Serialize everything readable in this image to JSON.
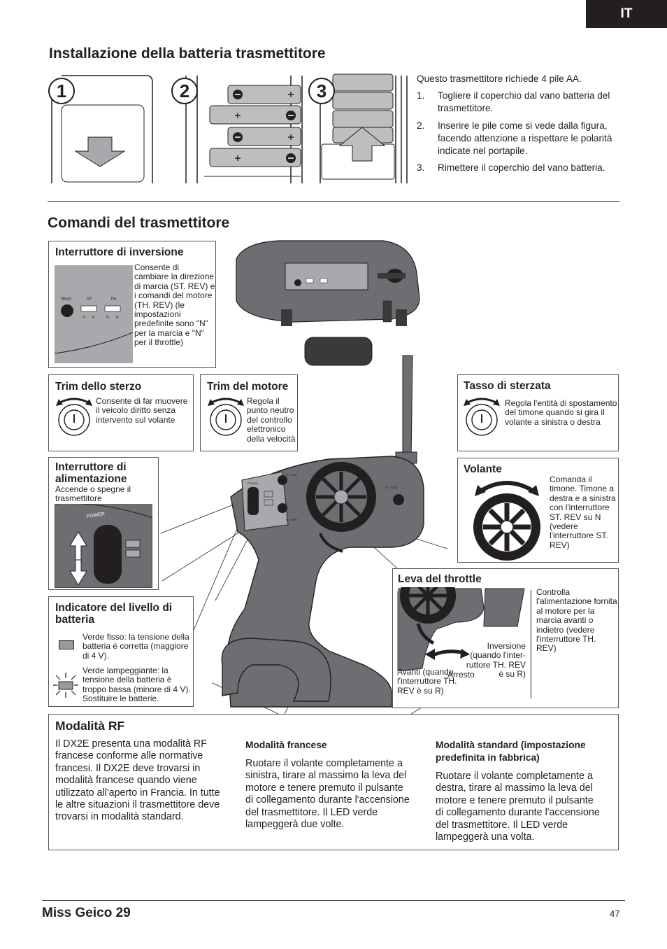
{
  "header": {
    "lang_tab": "IT"
  },
  "battery_section": {
    "title": "Installazione della batteria trasmettitore",
    "step_badges": [
      "1",
      "2",
      "3"
    ],
    "intro": "Questo trasmettitore richiede 4 pile AA.",
    "steps": [
      {
        "num": "1.",
        "text": "Togliere il coperchio dal vano batteria del trasmettitore."
      },
      {
        "num": "2.",
        "text": "Inserire le pile come si vede dalla figura, facendo attenzione a rispettare le polarità indicate nel portapile."
      },
      {
        "num": "3.",
        "text": "Rimettere il coperchio del vano batteria."
      }
    ]
  },
  "controls_section": {
    "title": "Comandi del trasmettitore",
    "reverse_switch": {
      "title": "Interruttore di inversione",
      "text": "Consente di cambiare la direzione di marcia (ST. REV) e i comandi del motore (TH. REV) (le impostazioni predefinite sono \"N\" per la marcia e \"N\" per il throttle)",
      "panel_labels": {
        "bind": "BIND",
        "st": "ST",
        "th": "TH",
        "n": "N",
        "r": "R"
      }
    },
    "steering_trim": {
      "title": "Trim dello sterzo",
      "text": "Consente di far muovere il veicolo diritto senza intervento sul volante"
    },
    "throttle_trim": {
      "title": "Trim del motore",
      "text": "Regola il punto neutro del controllo elettronico della velocità"
    },
    "steering_rate": {
      "title": "Tasso di sterzata",
      "text": "Regola l'entità di spostamento del timone quando si gira il volante a sinistra o destra"
    },
    "power_switch": {
      "title": "Interruttore di alimentazione",
      "text": "Accende o spegne il trasmettitore",
      "label": "POWER"
    },
    "wheel": {
      "title": "Volante",
      "text": "Comanda il timone. Timone a destra e a sinistra con l'interruttore ST. REV su N (vedere l'interruttore ST. REV)"
    },
    "throttle_lever": {
      "title": "Leva del throttle",
      "text": "Controlla l'alimentazione fornita al motore per la marcia avanti o indietro (vedere l'interruttore TH. REV)",
      "reverse_label": "Inversione (quando l'inter-ruttore TH. REV è su R)",
      "stop_label": "Arresto",
      "forward_label": "Avanti (quando l'interruttore TH. REV è su R)"
    },
    "battery_indicator": {
      "title": "Indicatore del livello di batteria",
      "solid_text": "Verde fisso: la tensione della batteria è corretta (maggiore di 4 V).",
      "blink_text": "Verde lampeggiante: la tensione della batteria è troppo bassa (minore di 4 V). Sostituire le batterie."
    },
    "body_labels": {
      "st_trim": "ST. TRIM",
      "th_trim": "TH. TRIM",
      "st_rate": "ST. RATE",
      "power": "POWER"
    }
  },
  "rf_mode": {
    "title": "Modalità RF",
    "col1": "Il DX2E presenta una modalità RF francese conforme alle normative francesi. Il DX2E deve trovarsi in modalità francese quando viene utilizzato all'aperto in Francia. In tutte le altre situazioni il trasmettitore deve trovarsi in modalità standard.",
    "col2_title": "Modalità francese",
    "col2": "Ruotare il volante completamente a sinistra, tirare al massimo la leva del motore e tenere premuto il pulsante di collegamento durante l'accensione del trasmettitore. Il LED verde lampeggerà due volte.",
    "col3_title": "Modalità standard (impostazione predefinita in fabbrica)",
    "col3": "Ruotare il volante completamente a destra, tirare al massimo la leva del motore e tenere premuto il pulsante di collegamento durante l'accensione del trasmettitore. Il LED verde lampeggerà una volta."
  },
  "footer": {
    "title": "Miss Geico 29",
    "page": "47"
  },
  "colors": {
    "dark": "#231f20",
    "mid_gray": "#6d6e71",
    "light_gray": "#a7a9ac",
    "battery": "#bcbec0",
    "led_green": "#9a9a9a"
  }
}
